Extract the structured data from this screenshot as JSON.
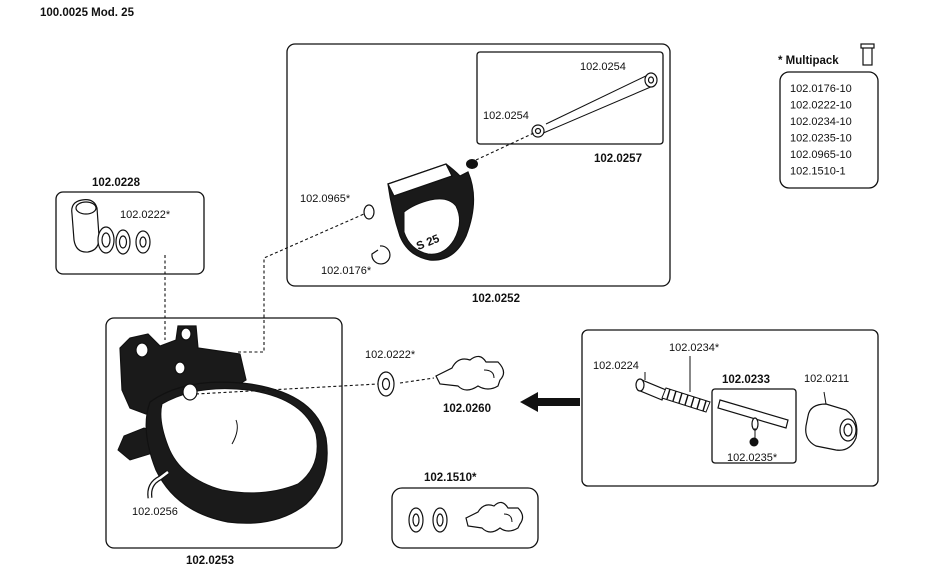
{
  "header": {
    "title": "100.0025 Mod. 25"
  },
  "multipack": {
    "title": "* Multipack",
    "icon": "tube-icon",
    "items": [
      "102.0176-10",
      "102.0222-10",
      "102.0234-10",
      "102.0235-10",
      "102.0965-10",
      "102.1510-1"
    ]
  },
  "labels": {
    "box_0228": "102.0228",
    "part_0222_a": "102.0222*",
    "part_0254_top": "102.0254",
    "part_0254_mid": "102.0254",
    "box_0257": "102.0257",
    "part_0965": "102.0965*",
    "valve_text": "S 25",
    "part_0176": "102.0176*",
    "box_0252": "102.0252",
    "part_0222_b": "102.0222*",
    "part_0260": "102.0260",
    "part_0224": "102.0224",
    "part_0234": "102.0234*",
    "box_0233": "102.0233",
    "part_0211": "102.0211",
    "part_0235": "102.0235*",
    "part_0256": "102.0256",
    "box_0253": "102.0253",
    "box_1510": "102.1510*"
  }
}
